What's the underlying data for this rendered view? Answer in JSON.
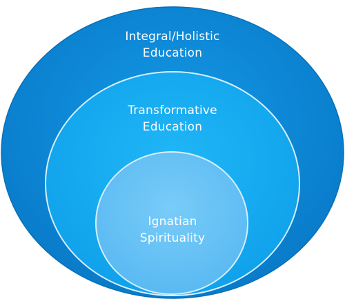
{
  "diagram": {
    "outer": {
      "line1": "Integral/Holistic",
      "line2": "Education",
      "color": "#0a8ad6"
    },
    "middle": {
      "line1": "Transformative",
      "line2": "Education",
      "color": "#14aaf0"
    },
    "inner": {
      "line1": "Ignatian",
      "line2": "Spirituality",
      "color": "#66c2f6"
    },
    "stroke_color": "#d6effd"
  }
}
